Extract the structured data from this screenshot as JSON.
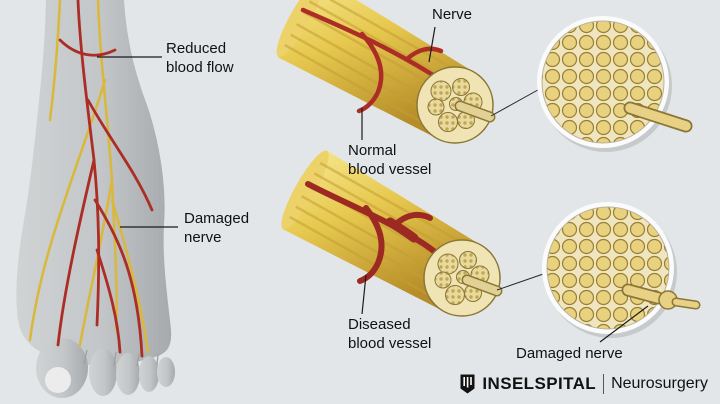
{
  "colors": {
    "background": "#e3e6e8",
    "nerve_yellow": "#e7c94f",
    "vessel_red": "#ac2d25",
    "vessel_dark_red": "#9c2a23",
    "fascicle_cream": "#f0e4b4",
    "foot_gray": "#c3c6c8"
  },
  "foot_panel": {
    "reduced_blood_flow_label": "Reduced\nblood flow",
    "damaged_nerve_label": "Damaged\nnerve"
  },
  "normal_nerve_panel": {
    "nerve_label": "Nerve",
    "vessel_label": "Normal\nblood vessel"
  },
  "diseased_nerve_panel": {
    "vessel_label": "Diseased\nblood vessel",
    "damaged_nerve_label": "Damaged nerve"
  },
  "branding": {
    "hospital_name": "INSELSPITAL",
    "department": "Neurosurgery"
  }
}
